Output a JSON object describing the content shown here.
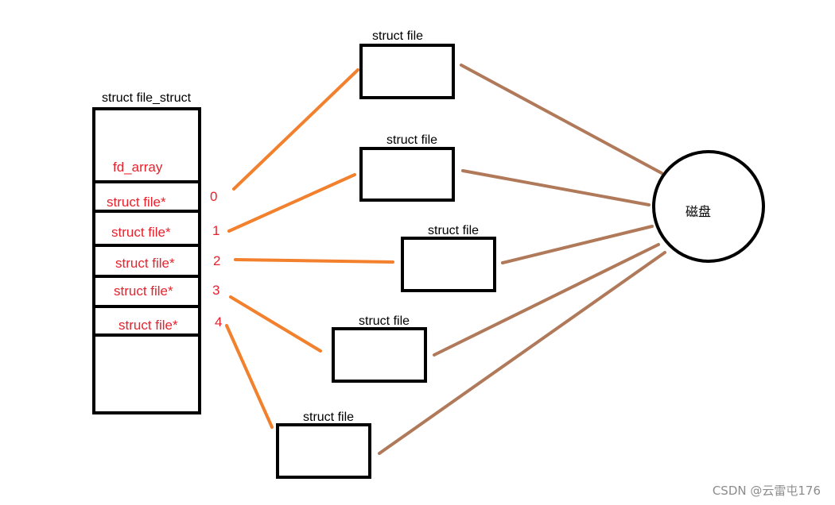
{
  "diagram": {
    "file_struct": {
      "title": "struct file_struct",
      "array_label": "fd_array",
      "slots": [
        {
          "label": "struct file*",
          "index": "0"
        },
        {
          "label": "struct file*",
          "index": "1"
        },
        {
          "label": "struct file*",
          "index": "2"
        },
        {
          "label": "struct file*",
          "index": "3"
        },
        {
          "label": "struct file*",
          "index": "4"
        }
      ]
    },
    "files": [
      {
        "title": "struct file"
      },
      {
        "title": "struct file"
      },
      {
        "title": "struct file"
      },
      {
        "title": "struct file"
      },
      {
        "title": "struct file"
      }
    ],
    "disk": {
      "label": "磁盘"
    },
    "watermark": "CSDN @云雷屯176"
  },
  "colors": {
    "outline": "#000000",
    "label_red": "#e8212c",
    "pointer_line": "#f2802c",
    "disk_line": "#b07a5a",
    "watermark": "#8c8c8c"
  }
}
